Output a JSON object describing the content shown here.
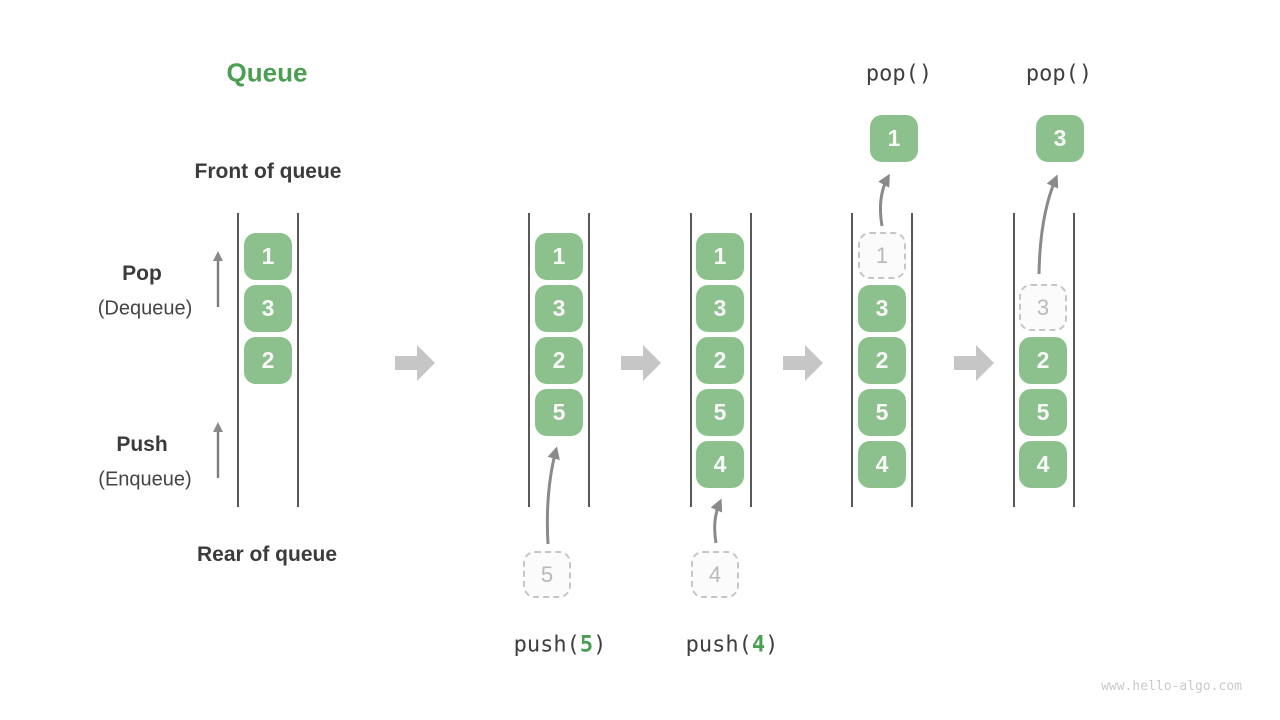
{
  "labels": {
    "title": "Queue",
    "front": "Front of queue",
    "rear": "Rear of queue",
    "pop": "Pop",
    "pop_sub": "(Dequeue)",
    "push": "Push",
    "push_sub": "(Enqueue)"
  },
  "operations": {
    "pop_s4": "pop()",
    "pop_s5": "pop()",
    "push_s2": {
      "fn": "push(",
      "arg": "5",
      "close": ")"
    },
    "push_s3": {
      "fn": "push(",
      "arg": "4",
      "close": ")"
    }
  },
  "states": {
    "s1": {
      "items": [
        "1",
        "3",
        "2"
      ]
    },
    "s2": {
      "items": [
        "1",
        "3",
        "2",
        "5"
      ],
      "incoming": "5"
    },
    "s3": {
      "items": [
        "1",
        "3",
        "2",
        "5",
        "4"
      ],
      "incoming": "4"
    },
    "s4": {
      "items": [
        "3",
        "2",
        "5",
        "4"
      ],
      "removed": "1",
      "popped": "1"
    },
    "s5": {
      "items": [
        "2",
        "5",
        "4"
      ],
      "removed": "3",
      "popped": "3"
    }
  },
  "watermark": "www.hello-algo.com",
  "colors": {
    "element_green": "#8cc08c",
    "accent_green": "#4b9e52",
    "block_arrow_gray": "#c6c6c6",
    "line_gray": "#8a8a8a",
    "text_dark": "#3b3b3b",
    "ghost_border": "#c6c6c6",
    "ghost_text": "#b9b9b9",
    "wall_gray": "#585858"
  }
}
